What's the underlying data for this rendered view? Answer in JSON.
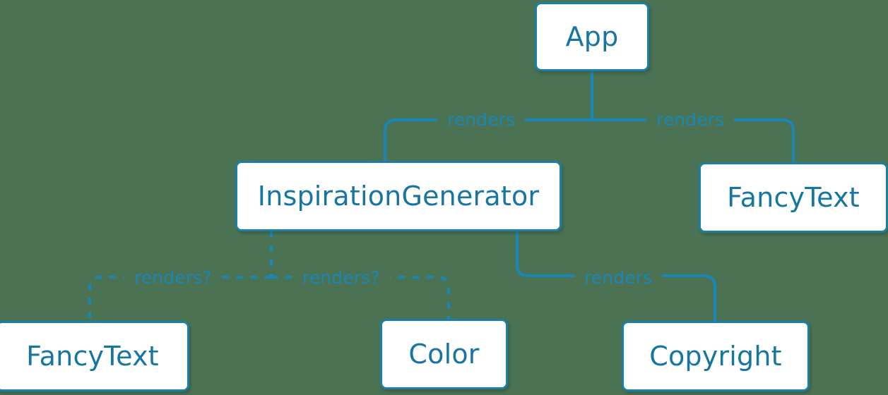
{
  "diagram": {
    "kind": "component-tree",
    "background_color": "#4a7253",
    "node_fill": "#ffffff",
    "node_border_color": "#1b7fa8",
    "text_color": "#16769f",
    "edge_color": "#1b87b5",
    "nodes": [
      {
        "id": "app",
        "label": "App"
      },
      {
        "id": "inspiration",
        "label": "InspirationGenerator"
      },
      {
        "id": "fancytext_top",
        "label": "FancyText"
      },
      {
        "id": "fancytext_bottom",
        "label": "FancyText"
      },
      {
        "id": "color",
        "label": "Color"
      },
      {
        "id": "copyright",
        "label": "Copyright"
      }
    ],
    "edges": [
      {
        "from": "app",
        "to": "inspiration",
        "label": "renders",
        "style": "solid"
      },
      {
        "from": "app",
        "to": "fancytext_top",
        "label": "renders",
        "style": "solid"
      },
      {
        "from": "inspiration",
        "to": "fancytext_bottom",
        "label": "renders?",
        "style": "dashed"
      },
      {
        "from": "inspiration",
        "to": "color",
        "label": "renders?",
        "style": "dashed"
      },
      {
        "from": "inspiration",
        "to": "copyright",
        "label": "renders",
        "style": "solid"
      }
    ]
  }
}
